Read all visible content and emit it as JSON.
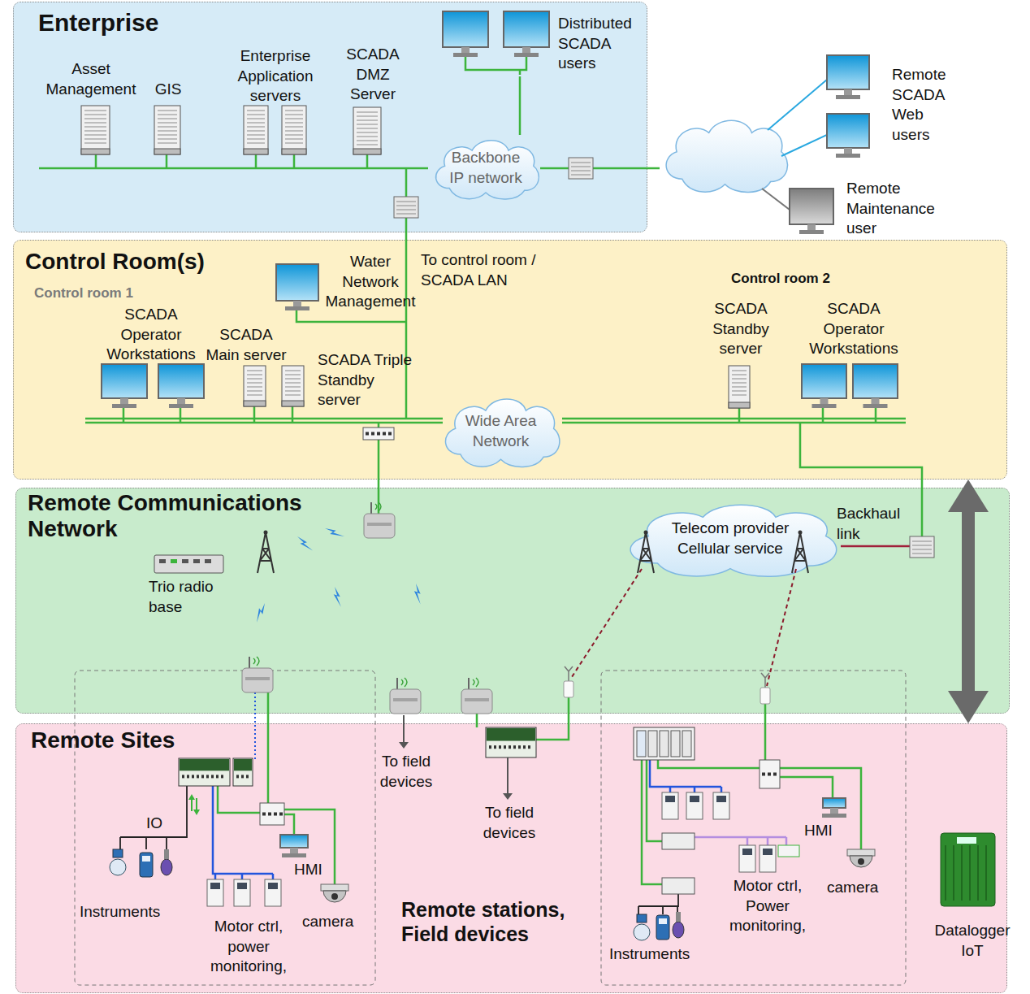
{
  "diagram": {
    "nodes": [
      {
        "text": [
          "Enterprise"
        ]
      },
      {
        "text": [
          "Asset Management"
        ],
        "in": 0
      },
      {
        "text": [
          "GIS"
        ],
        "in": 0
      },
      {
        "text": [
          "Enterprise Application servers"
        ],
        "in": 0
      },
      {
        "text": [
          "SCADA DMZ Server"
        ],
        "in": 0
      },
      {
        "text": [
          "Distributed SCADA users"
        ],
        "in": 0
      },
      {
        "text": [
          "Backbone IP network"
        ],
        "in": 0
      },
      {
        "text": [
          "Remote SCADA Web users"
        ]
      },
      {
        "text": [
          "Remote Maintenance user"
        ]
      },
      {
        "text": [
          "Control Room(s)"
        ]
      },
      {
        "text": [
          "Water Network Management"
        ],
        "in": 9
      },
      {
        "text": [
          "SCADA Operator Workstations"
        ],
        "in": 9
      },
      {
        "text": [
          "SCADA Main server"
        ],
        "in": 9
      },
      {
        "text": [
          "SCADA Triple Standby server"
        ],
        "in": 9
      },
      {
        "text": [
          "Wide Area Network"
        ],
        "in": 9
      },
      {
        "text": [
          "SCADA Standby server"
        ],
        "in": 9
      },
      {
        "text": [
          "SCADA Operator Workstations"
        ],
        "in": 9
      },
      {
        "text": [
          "Remote Communications Network"
        ]
      },
      {
        "text": [
          "Trio radio base"
        ],
        "in": 17
      },
      {
        "text": [
          "Telecom provider Cellular service"
        ],
        "in": 17
      },
      {
        "text": [
          "Remote Sites"
        ]
      },
      {
        "text": [
          "Datalogger IoT"
        ],
        "in": 20
      }
    ],
    "edges": [
      {
        "from": 6,
        "to": 5,
        "arrow": "none"
      },
      {
        "from": 20,
        "to": 9,
        "arrow": "both"
      }
    ],
    "labels": [
      "To control room / SCADA LAN",
      "Control room 1",
      "Control room 2",
      "Backhaul link",
      "IO",
      "Instruments",
      "HMI",
      "Motor ctrl, power monitoring,",
      "camera",
      "To field devices",
      "To field devices",
      "Remote stations, Field devices",
      "HMI",
      "Motor ctrl, Power monitoring,",
      "camera",
      "Instruments"
    ]
  }
}
